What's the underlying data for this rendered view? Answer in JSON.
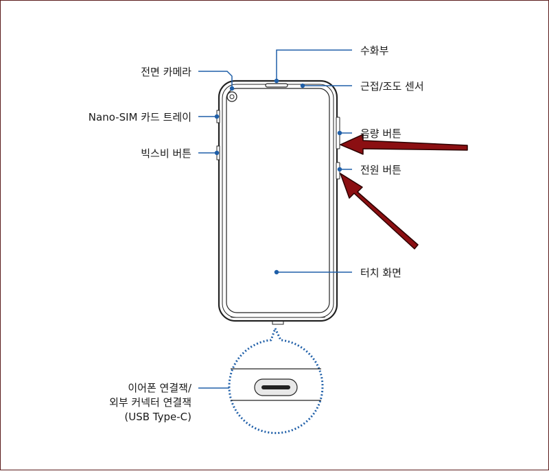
{
  "labels": {
    "receiver": "수화부",
    "front_camera": "전면 카메라",
    "proximity_sensor": "근접/조도 센서",
    "sim_tray": "Nano-SIM 카드 트레이",
    "volume_button": "음량 버튼",
    "bixby_button": "빅스비 버튼",
    "power_button": "전원 버튼",
    "touch_screen": "터치 화면",
    "usb_line1": "이어폰 연결잭/",
    "usb_line2": "외부 커넥터 연결잭",
    "usb_line3": "(USB Type-C)"
  },
  "colors": {
    "callout": "#1f5fa8",
    "arrow_fill": "#8b0f12",
    "device": "#222222"
  }
}
